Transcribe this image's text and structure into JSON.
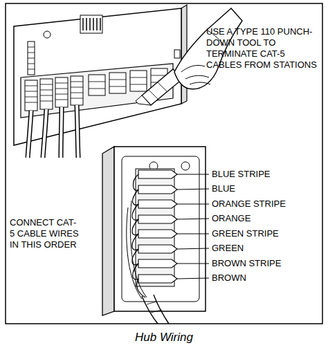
{
  "diagram": {
    "caption": "Hub Wiring",
    "labels": [
      "USE A TYPE 110 PUNCH-DOWN TOOL TO TERMINATE CAT-5 CABLES FROM STATIONS",
      "CONNECT CAT-5 CABLE WIRES IN THIS ORDER",
      "BLUE STRIPE",
      "BLUE",
      "ORANGE STRIPE",
      "ORANGE",
      "GREEN STRIPE",
      "GREEN",
      "BROWN STRIPE",
      "BROWN"
    ]
  }
}
